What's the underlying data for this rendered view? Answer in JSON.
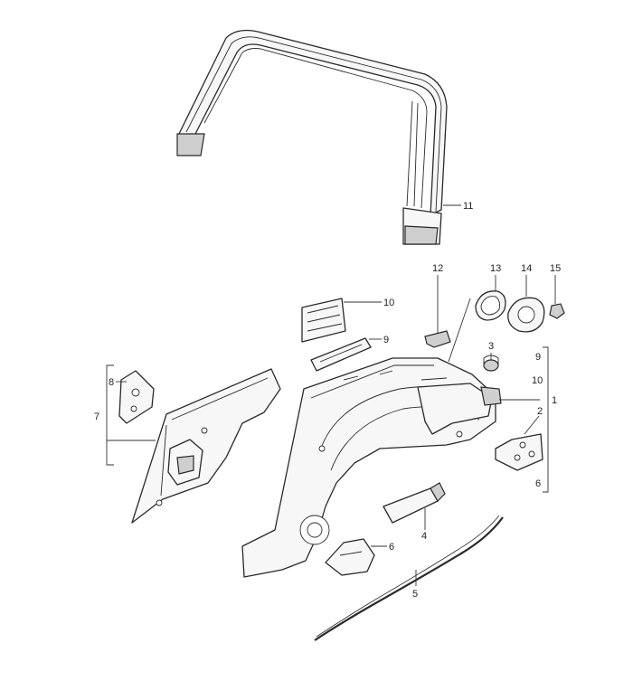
{
  "diagram": {
    "callouts": [
      "1",
      "2",
      "3",
      "4",
      "5",
      "6",
      "7",
      "8",
      "9",
      "10",
      "11",
      "12",
      "13",
      "14",
      "15"
    ],
    "bracket_labels": [
      "9",
      "10",
      "6"
    ]
  }
}
